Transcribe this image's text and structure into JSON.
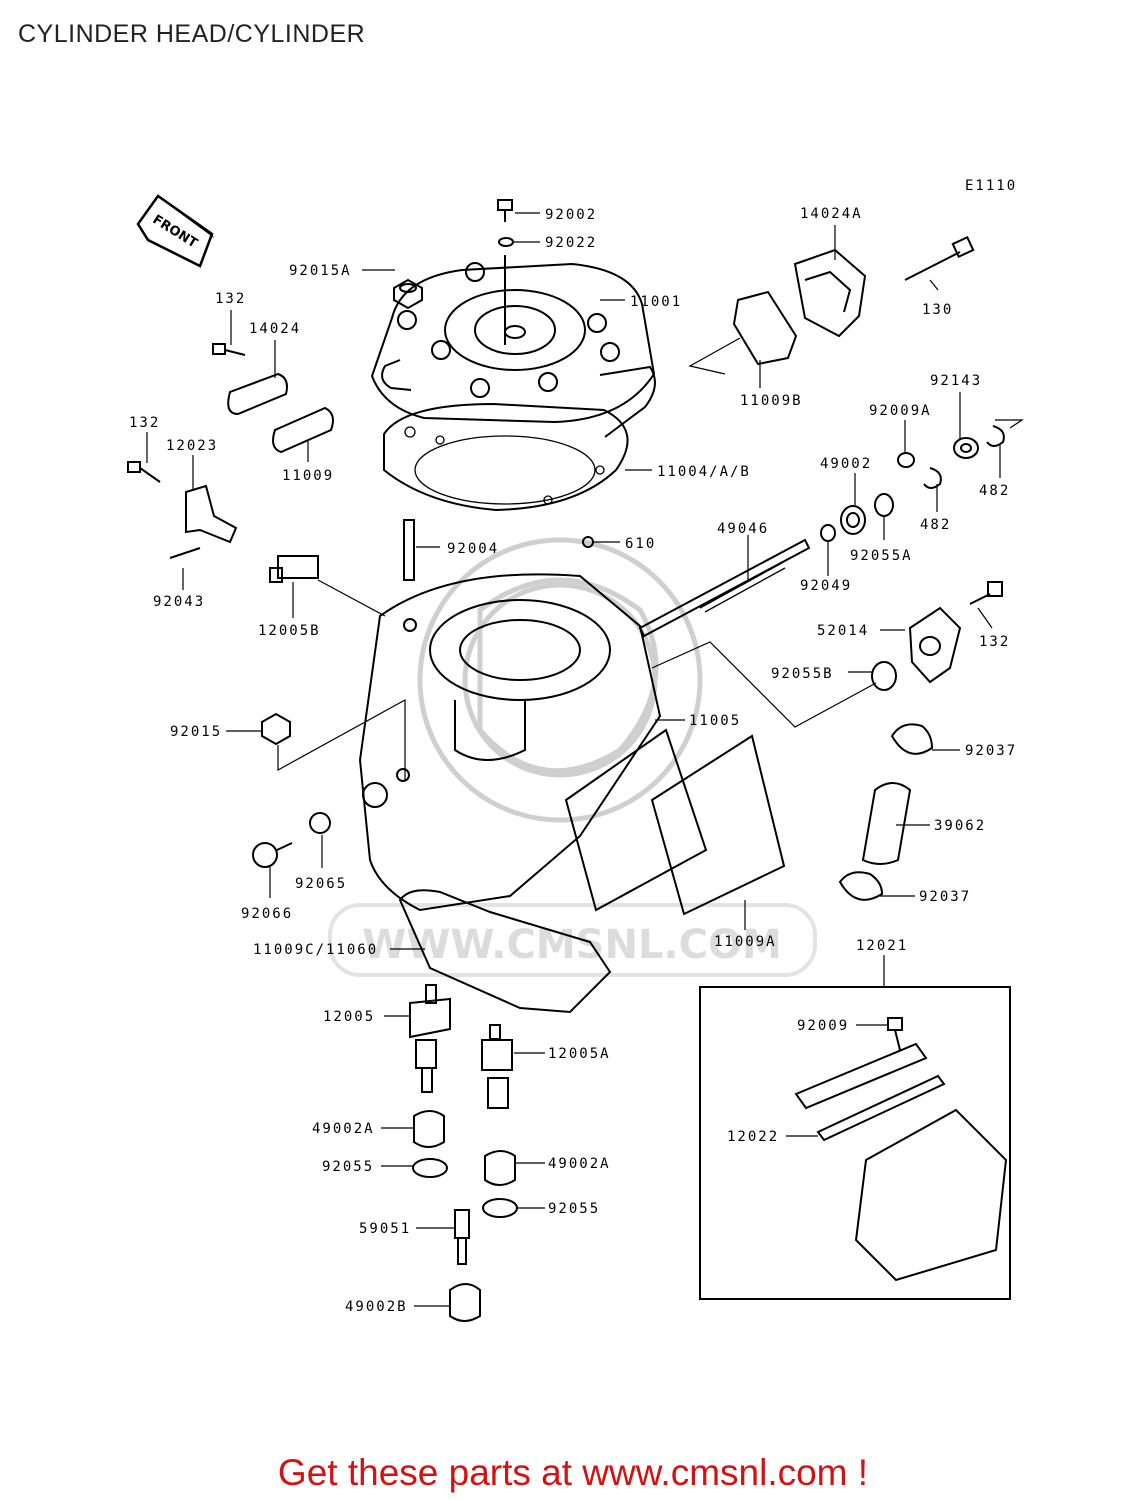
{
  "title": "CYLINDER HEAD/CYLINDER",
  "diagram_code": "E1110",
  "front_label": "FRONT",
  "watermark": "WWW.CMSNL.COM",
  "footer": "Get these parts at www.cmsnl.com !",
  "parts": {
    "p92002": "92002",
    "p92022": "92022",
    "p92015A": "92015A",
    "p11001": "11001",
    "p14024A": "14024A",
    "p130": "130",
    "p132a": "132",
    "p14024": "14024",
    "p11009B": "11009B",
    "p132b": "132",
    "p12023": "12023",
    "p11009": "11009",
    "p11004": "11004/A/B",
    "p92143": "92143",
    "p92009A": "92009A",
    "p49002": "49002",
    "p482a": "482",
    "p482b": "482",
    "p92055A": "92055A",
    "p49046": "49046",
    "p92004": "92004",
    "p610": "610",
    "p92043": "92043",
    "p12005B": "12005B",
    "p92049": "92049",
    "p52014": "52014",
    "p132c": "132",
    "p92055B": "92055B",
    "p92015": "92015",
    "p11005": "11005",
    "p92037a": "92037",
    "p39062": "39062",
    "p92065": "92065",
    "p92066": "92066",
    "p92037b": "92037",
    "p11009A": "11009A",
    "p12021": "12021",
    "p11009C": "11009C/11060",
    "p12005": "12005",
    "p12005A": "12005A",
    "p92009": "92009",
    "p12022": "12022",
    "p49002A_a": "49002A",
    "p92055_a": "92055",
    "p49002A_b": "49002A",
    "p92055_b": "92055",
    "p59051": "59051",
    "p49002B": "49002B"
  }
}
